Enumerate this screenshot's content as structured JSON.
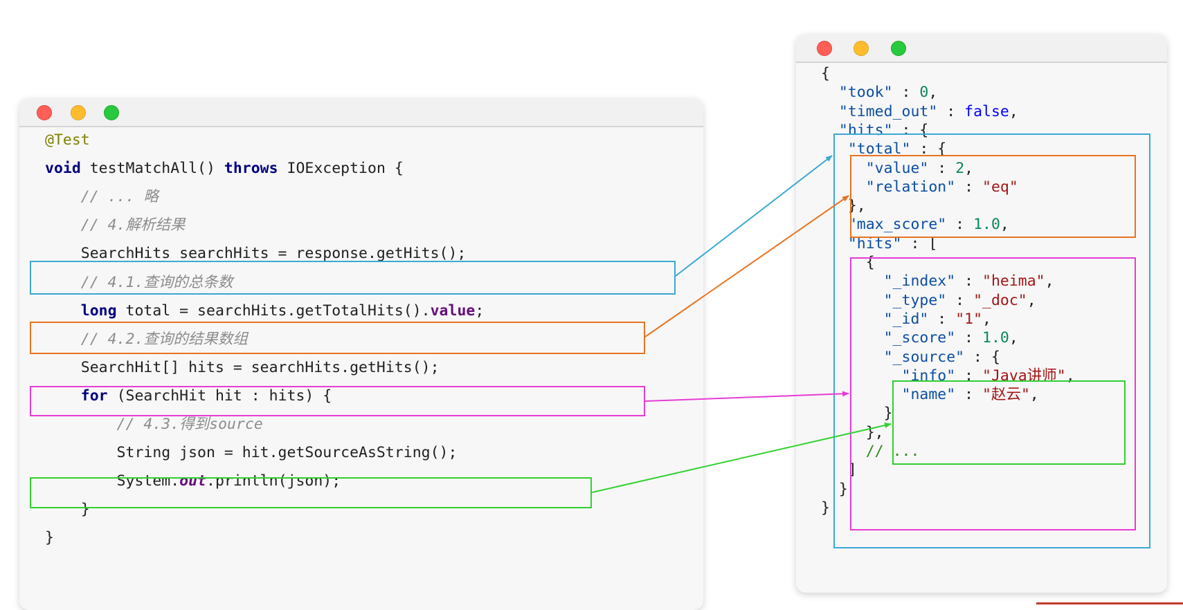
{
  "colors": {
    "blue": "#3aa8d4",
    "orange": "#e8731f",
    "magenta": "#e83ad6",
    "green": "#2fd12f",
    "window_bg": "#f7f7f7",
    "corner_strip": "#c0392b"
  },
  "java_window": {
    "lines": [
      [
        {
          "t": "@Test",
          "c": "ann"
        }
      ],
      [
        {
          "t": "void",
          "c": "kw"
        },
        {
          "t": " testMatchAll() "
        },
        {
          "t": "throws",
          "c": "kw"
        },
        {
          "t": " IOException {"
        }
      ],
      [
        {
          "t": "    // ... 略",
          "c": "cmt"
        }
      ],
      [
        {
          "t": "    // 4.解析结果",
          "c": "cmt"
        }
      ],
      [
        {
          "t": "    SearchHits searchHits = response.getHits();"
        }
      ],
      [
        {
          "t": "    // 4.1.查询的总条数",
          "c": "cmt"
        }
      ],
      [
        {
          "t": "    "
        },
        {
          "t": "long",
          "c": "kw"
        },
        {
          "t": " total = searchHits.getTotalHits()."
        },
        {
          "t": "value",
          "c": "fld2"
        },
        {
          "t": ";"
        }
      ],
      [
        {
          "t": "    // 4.2.查询的结果数组",
          "c": "cmt"
        }
      ],
      [
        {
          "t": "    SearchHit[] hits = searchHits.getHits();"
        }
      ],
      [
        {
          "t": "    "
        },
        {
          "t": "for",
          "c": "kw"
        },
        {
          "t": " (SearchHit hit : hits) {"
        }
      ],
      [
        {
          "t": "        // 4.3.得到source",
          "c": "cmt"
        }
      ],
      [
        {
          "t": "        String json = hit.getSourceAsString();"
        }
      ],
      [
        {
          "t": "        System."
        },
        {
          "t": "out",
          "c": "fld"
        },
        {
          "t": ".println(json);"
        }
      ],
      [
        {
          "t": "    }"
        }
      ],
      [
        {
          "t": "}"
        }
      ]
    ]
  },
  "json_window": {
    "lines": [
      [
        {
          "t": "{"
        }
      ],
      [
        {
          "t": "  "
        },
        {
          "t": "\"took\"",
          "c": "jk"
        },
        {
          "t": " : "
        },
        {
          "t": "0",
          "c": "jn"
        },
        {
          "t": ","
        }
      ],
      [
        {
          "t": "  "
        },
        {
          "t": "\"timed_out\"",
          "c": "jk"
        },
        {
          "t": " : "
        },
        {
          "t": "false",
          "c": "jb"
        },
        {
          "t": ","
        }
      ],
      [
        {
          "t": "  "
        },
        {
          "t": "\"hits\"",
          "c": "jk"
        },
        {
          "t": " : {"
        }
      ],
      [
        {
          "t": "   "
        },
        {
          "t": "\"total\"",
          "c": "jk"
        },
        {
          "t": " : {"
        }
      ],
      [
        {
          "t": "     "
        },
        {
          "t": "\"value\"",
          "c": "jk"
        },
        {
          "t": " : "
        },
        {
          "t": "2",
          "c": "jn"
        },
        {
          "t": ","
        }
      ],
      [
        {
          "t": "     "
        },
        {
          "t": "\"relation\"",
          "c": "jk"
        },
        {
          "t": " : "
        },
        {
          "t": "\"eq\"",
          "c": "js"
        }
      ],
      [
        {
          "t": "   },"
        }
      ],
      [
        {
          "t": "   "
        },
        {
          "t": "\"max_score\"",
          "c": "jk"
        },
        {
          "t": " : "
        },
        {
          "t": "1.0",
          "c": "jn"
        },
        {
          "t": ","
        }
      ],
      [
        {
          "t": "   "
        },
        {
          "t": "\"hits\"",
          "c": "jk"
        },
        {
          "t": " : ["
        }
      ],
      [
        {
          "t": "     {"
        }
      ],
      [
        {
          "t": "       "
        },
        {
          "t": "\"_index\"",
          "c": "jk"
        },
        {
          "t": " : "
        },
        {
          "t": "\"heima\"",
          "c": "js"
        },
        {
          "t": ","
        }
      ],
      [
        {
          "t": "       "
        },
        {
          "t": "\"_type\"",
          "c": "jk"
        },
        {
          "t": " : "
        },
        {
          "t": "\"_doc\"",
          "c": "js"
        },
        {
          "t": ","
        }
      ],
      [
        {
          "t": "       "
        },
        {
          "t": "\"_id\"",
          "c": "jk"
        },
        {
          "t": " : "
        },
        {
          "t": "\"1\"",
          "c": "js"
        },
        {
          "t": ","
        }
      ],
      [
        {
          "t": "       "
        },
        {
          "t": "\"_score\"",
          "c": "jk"
        },
        {
          "t": " : "
        },
        {
          "t": "1.0",
          "c": "jn"
        },
        {
          "t": ","
        }
      ],
      [
        {
          "t": "       "
        },
        {
          "t": "\"_source\"",
          "c": "jk"
        },
        {
          "t": " : {"
        }
      ],
      [
        {
          "t": "         "
        },
        {
          "t": "\"info\"",
          "c": "jk"
        },
        {
          "t": " : "
        },
        {
          "t": "\"Java讲师\"",
          "c": "js"
        },
        {
          "t": ","
        }
      ],
      [
        {
          "t": "         "
        },
        {
          "t": "\"name\"",
          "c": "jk"
        },
        {
          "t": " : "
        },
        {
          "t": "\"赵云\"",
          "c": "js"
        },
        {
          "t": ","
        }
      ],
      [
        {
          "t": "       }"
        }
      ],
      [
        {
          "t": "     },"
        }
      ],
      [
        {
          "t": "     "
        },
        {
          "t": "// ...",
          "c": "jc"
        }
      ],
      [
        {
          "t": "   ]"
        }
      ],
      [
        {
          "t": "  }"
        }
      ],
      [
        {
          "t": "}"
        }
      ]
    ]
  }
}
